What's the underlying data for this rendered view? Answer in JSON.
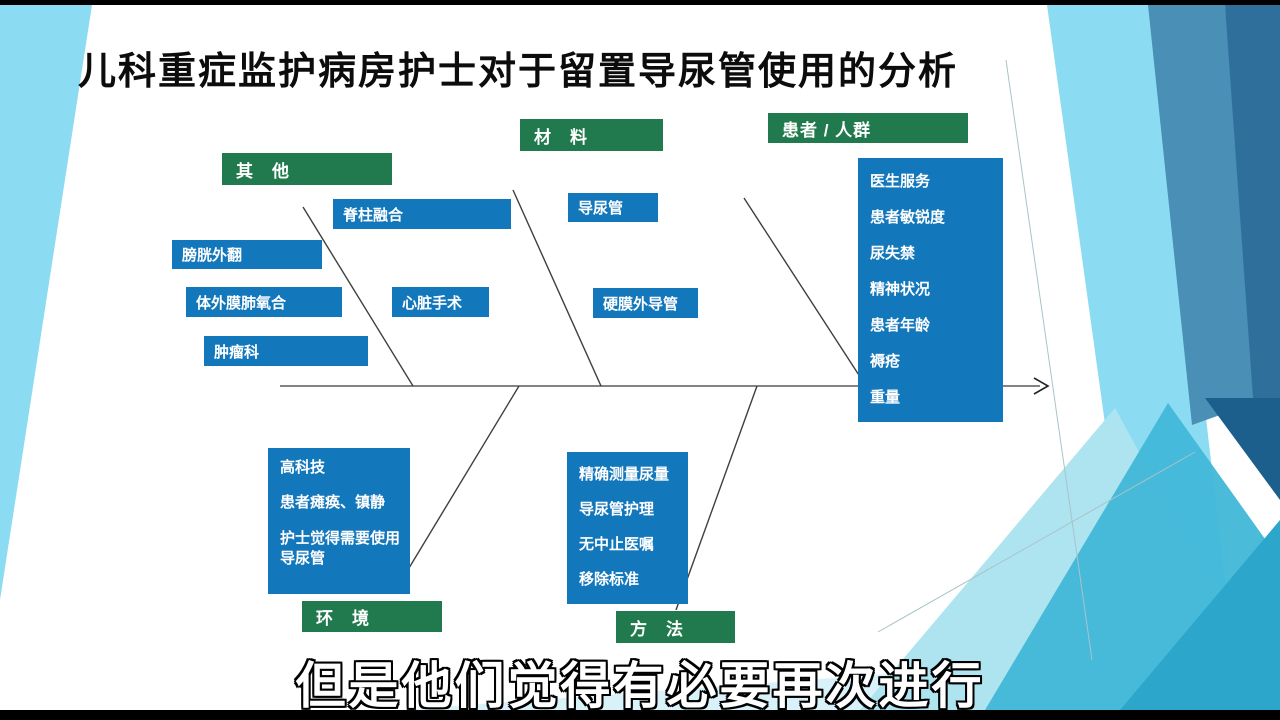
{
  "title": "儿科重症监护病房护士对于留置导尿管使用的分析",
  "subtitle": "但是他们觉得有必要再次进行",
  "diagram": {
    "headers": {
      "other": "其　他",
      "materials": "材　料",
      "patients": "患者 / 人群",
      "environment": "环　境",
      "methods": "方　法"
    },
    "other_items": [
      "脊柱融合",
      "膀胱外翻",
      "体外膜肺氧合",
      "心脏手术",
      "肿瘤科"
    ],
    "materials_items": [
      "导尿管",
      "硬膜外导管"
    ],
    "patients_items": [
      "医生服务",
      "患者敏锐度",
      "尿失禁",
      "精神状况",
      "患者年龄",
      "褥疮",
      "重量"
    ],
    "environment_items": [
      "高科技",
      "患者瘫痪、镇静",
      "护士觉得需要使用导尿管"
    ],
    "methods_items": [
      "精确测量尿量",
      "导尿管护理",
      "无中止医嘱",
      "移除标准"
    ]
  },
  "colors": {
    "cause_box": "#1377BC",
    "category_header": "#21794E",
    "spine_line": "#3F3F3F",
    "accent_light": "#8BDCF2",
    "accent_medium": "#41B7D8",
    "accent_steel": "#4A8FB5",
    "accent_deep": "#1C5E8C"
  }
}
